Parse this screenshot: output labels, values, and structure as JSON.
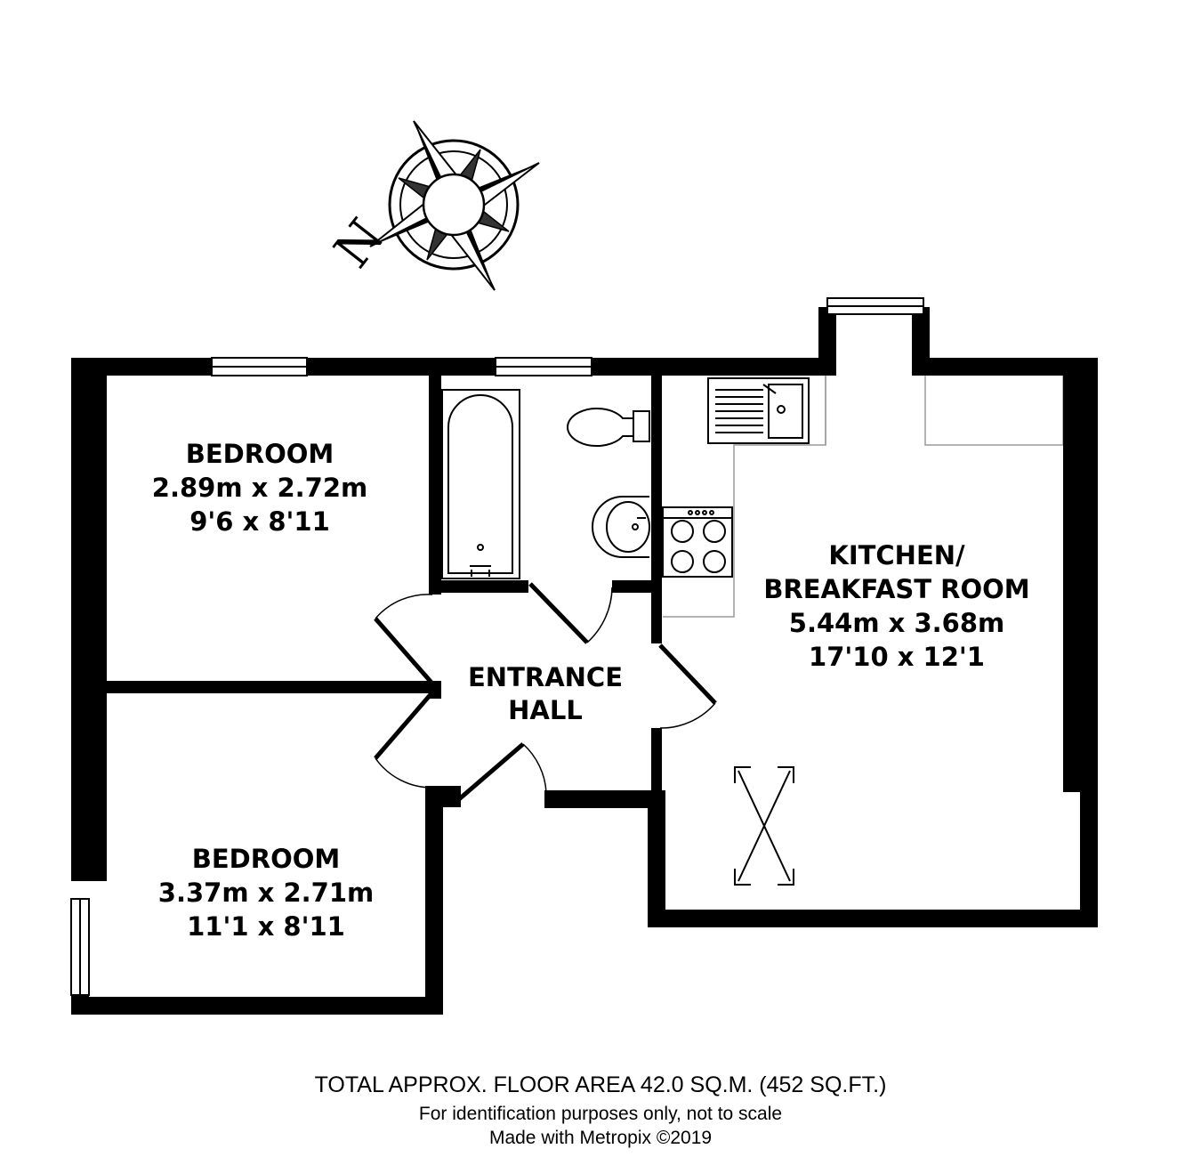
{
  "compass": {
    "north_letter": "N"
  },
  "rooms": [
    {
      "id": "bedroom-1",
      "name": "BEDROOM",
      "metric": "2.89m x 2.72m",
      "imperial": "9'6 x 8'11"
    },
    {
      "id": "bathroom",
      "name": "",
      "metric": "",
      "imperial": ""
    },
    {
      "id": "entrance-hall",
      "name_line1": "ENTRANCE",
      "name_line2": "HALL"
    },
    {
      "id": "kitchen",
      "name_line1": "KITCHEN/",
      "name_line2": "BREAKFAST ROOM",
      "metric": "5.44m x 3.68m",
      "imperial": "17'10 x 12'1"
    },
    {
      "id": "bedroom-2",
      "name": "BEDROOM",
      "metric": "3.37m x 2.71m",
      "imperial": "11'1 x 8'11"
    }
  ],
  "footer": {
    "total_area": "TOTAL APPROX. FLOOR AREA 42.0 SQ.M. (452 SQ.FT.)",
    "disclaimer": "For identification purposes only, not to scale",
    "credit": "Made with Metropix ©2019"
  }
}
